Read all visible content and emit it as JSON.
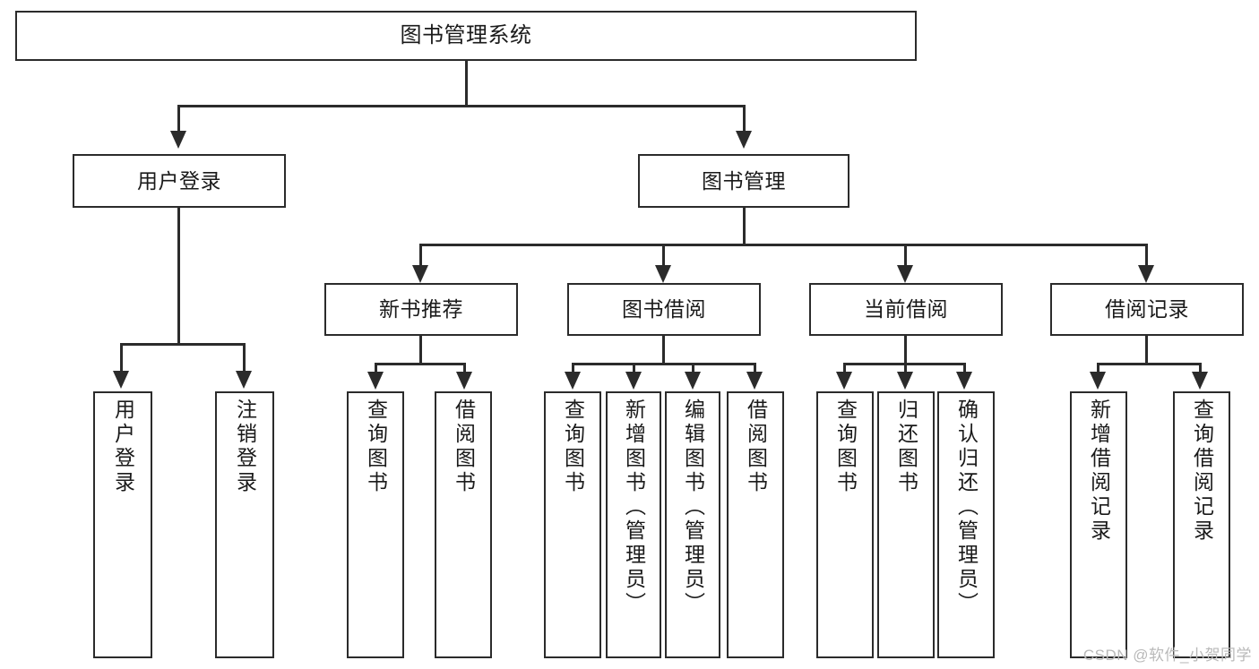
{
  "diagram": {
    "title": "图书管理系统",
    "type": "hierarchy-tree",
    "root": {
      "label": "图书管理系统"
    },
    "level1": [
      {
        "label": "用户登录"
      },
      {
        "label": "图书管理"
      }
    ],
    "level2": [
      {
        "label": "新书推荐"
      },
      {
        "label": "图书借阅"
      },
      {
        "label": "当前借阅"
      },
      {
        "label": "借阅记录"
      }
    ],
    "leaves": {
      "user_login": [
        {
          "label": "用户登录"
        },
        {
          "label": "注销登录"
        }
      ],
      "new_book": [
        {
          "label": "查询图书"
        },
        {
          "label": "借阅图书"
        }
      ],
      "book_borrow": [
        {
          "label": "查询图书"
        },
        {
          "label": "新增图书（管理员）"
        },
        {
          "label": "编辑图书（管理员）"
        },
        {
          "label": "借阅图书"
        }
      ],
      "current_borrow": [
        {
          "label": "查询图书"
        },
        {
          "label": "归还图书"
        },
        {
          "label": "确认归还（管理员）"
        }
      ],
      "borrow_record": [
        {
          "label": "新增借阅记录"
        },
        {
          "label": "查询借阅记录"
        }
      ]
    }
  },
  "watermark": {
    "text": "CSDN @软件_小贺同学"
  },
  "colors": {
    "stroke": "#2b2b2b",
    "fill": "#ffffff",
    "text": "#1a1a1a",
    "watermark": "#b9b9b9"
  }
}
